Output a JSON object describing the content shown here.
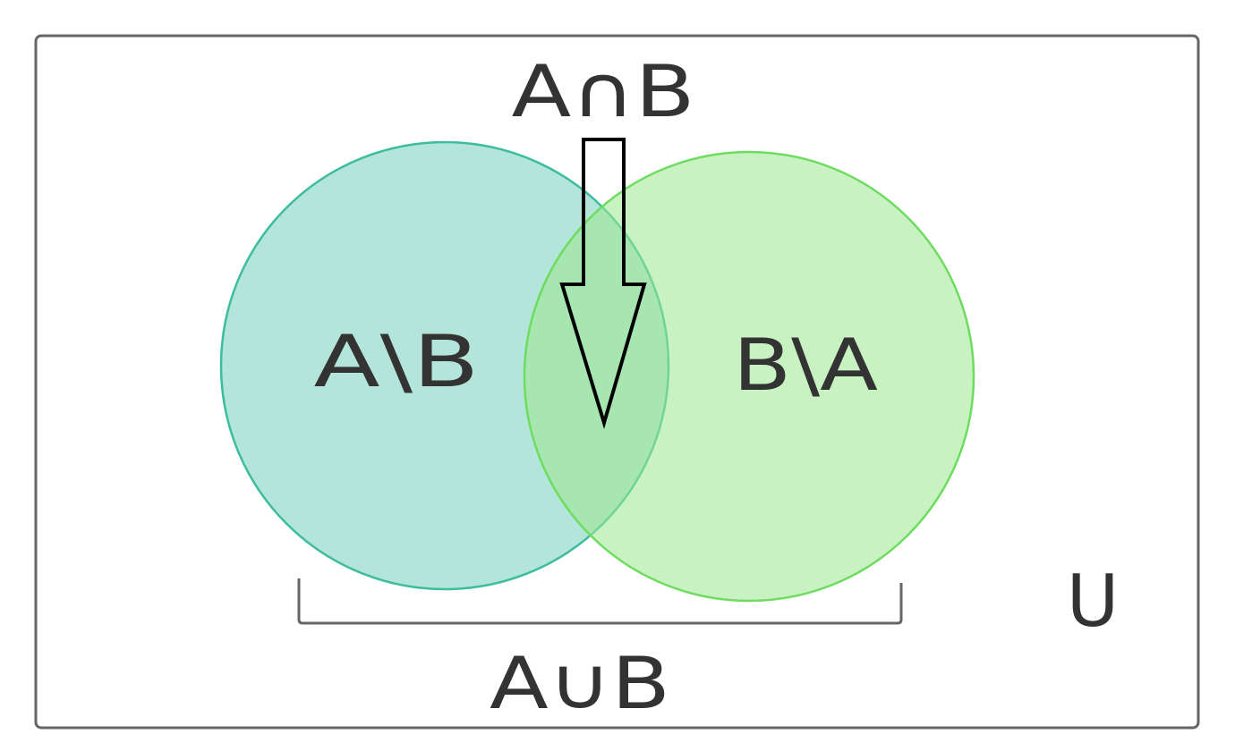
{
  "diagram": {
    "labels": {
      "intersection": "A∩B",
      "a_minus_b": "A\\B",
      "b_minus_a": "B\\A",
      "union": "A∪B",
      "universe": "U"
    },
    "colors": {
      "set_a_fill": "#86d5c3",
      "set_a_stroke": "#3dbd9e",
      "set_b_fill": "#9ce88f",
      "set_b_stroke": "#6ddc5f",
      "frame": "#666666",
      "text": "#333333",
      "arrow_stroke": "#000000"
    }
  }
}
